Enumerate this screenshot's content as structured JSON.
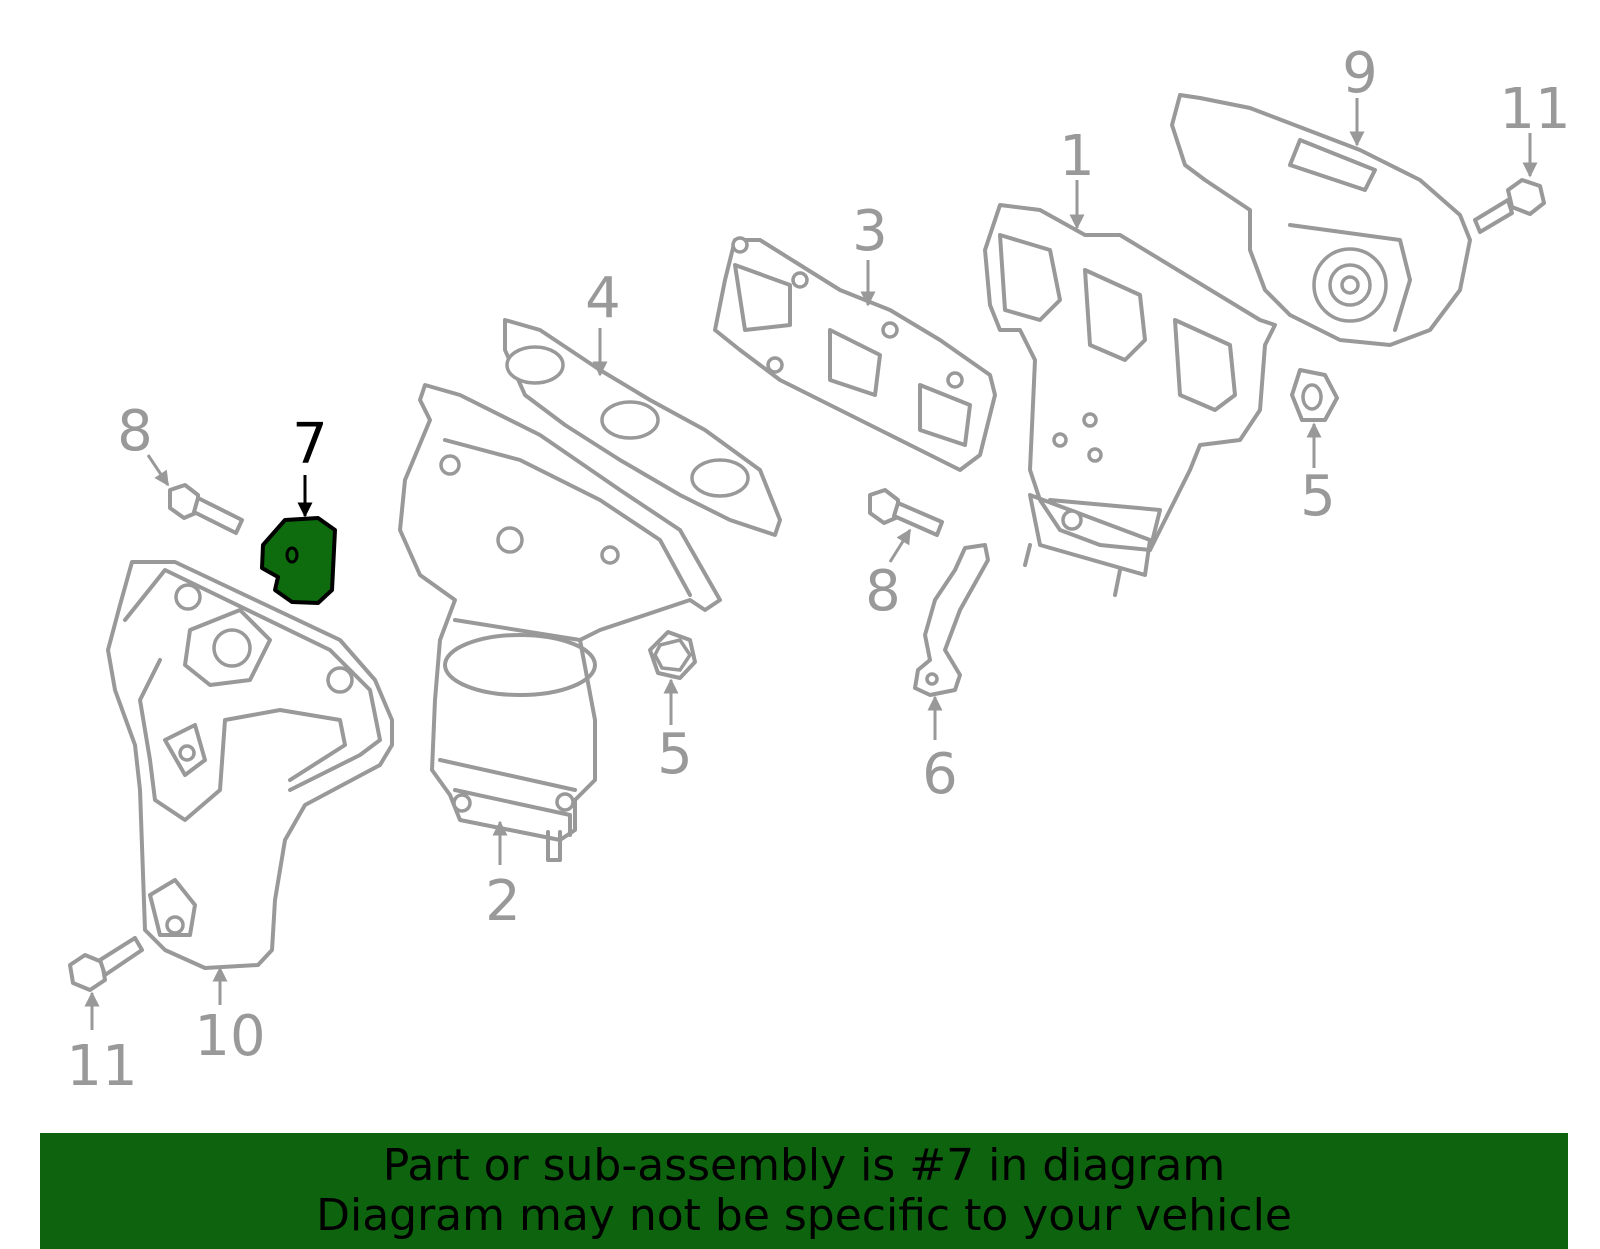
{
  "highlight_color": "#0e640e",
  "line_color": "#999999",
  "callouts": {
    "c1": "1",
    "c2": "2",
    "c3": "3",
    "c4": "4",
    "c5a": "5",
    "c5b": "5",
    "c6": "6",
    "c7": "7",
    "c8a": "8",
    "c8b": "8",
    "c9": "9",
    "c10": "10",
    "c11a": "11",
    "c11b": "11"
  },
  "banner": {
    "line1": "Part or sub-assembly is #7 in diagram",
    "line2": "Diagram may not be specific to your vehicle"
  }
}
